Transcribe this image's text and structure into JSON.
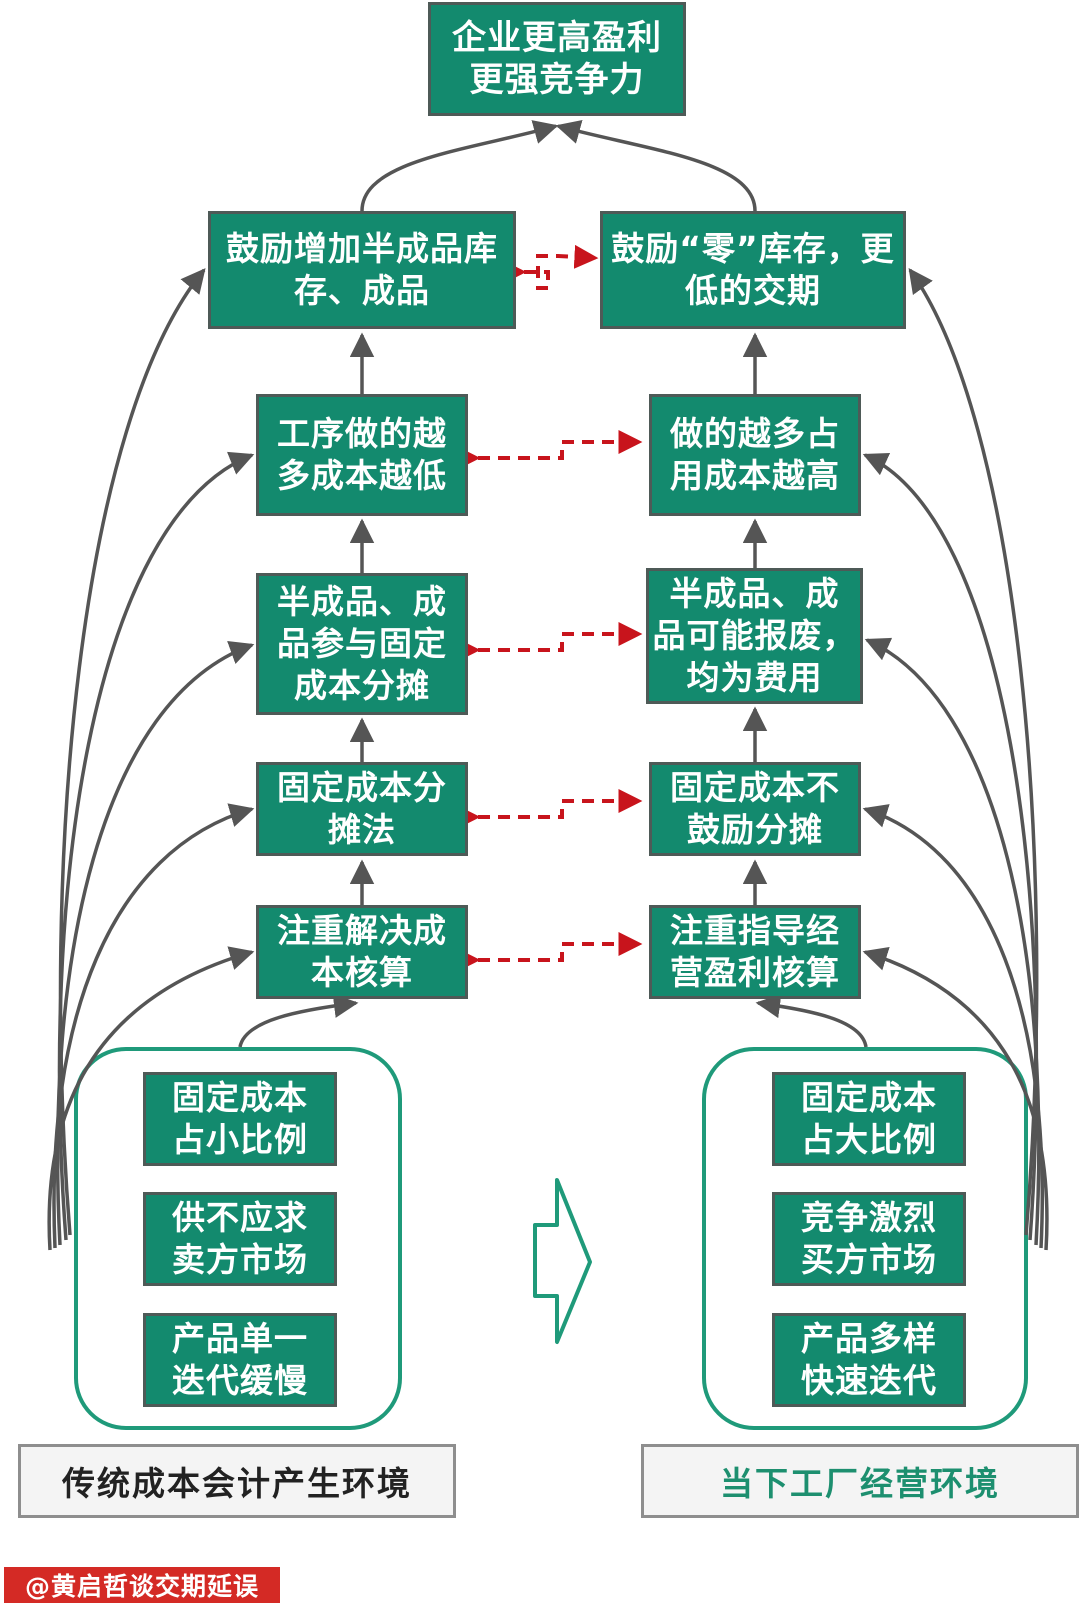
{
  "top": {
    "text": "企业更高盈利\n更强竞争力"
  },
  "left_column": [
    {
      "key": "l1",
      "text": "注重解决成\n本核算"
    },
    {
      "key": "l2",
      "text": "固定成本分\n摊法"
    },
    {
      "key": "l3",
      "text": "半成品、成\n品参与固定\n成本分摊"
    },
    {
      "key": "l4",
      "text": "工序做的越\n多成本越低"
    },
    {
      "key": "l5",
      "text": "鼓励增加半成品库\n存、成品"
    }
  ],
  "right_column": [
    {
      "key": "r1",
      "text": "注重指导经\n营盈利核算"
    },
    {
      "key": "r2",
      "text": "固定成本不\n鼓励分摊"
    },
    {
      "key": "r3",
      "text": "半成品、成\n品可能报废，\n均为费用"
    },
    {
      "key": "r4",
      "text": "做的越多占\n用成本越高"
    },
    {
      "key": "r5",
      "text": "鼓励“零”库存，更\n低的交期"
    }
  ],
  "left_environment": {
    "items": [
      "固定成本\n占小比例",
      "供不应求\n卖方市场",
      "产品单一\n迭代缓慢"
    ],
    "label": "传统成本会计产生环境"
  },
  "right_environment": {
    "items": [
      "固定成本\n占大比例",
      "竞争激烈\n买方市场",
      "产品多样\n快速迭代"
    ],
    "label": "当下工厂经营环境"
  },
  "watermark": "@黄启哲谈交期延误",
  "colors": {
    "box_fill": "#138a6e",
    "box_border": "#4e5a57",
    "group_border": "#1f9a7a",
    "arrow_gray": "#555555",
    "dashed_arrow_red": "#c8141c",
    "label_right_text": "#1d8f6f",
    "watermark_bg": "#d42a25"
  },
  "icons": {
    "transition_arrow": "hollow-right-arrow-icon"
  }
}
